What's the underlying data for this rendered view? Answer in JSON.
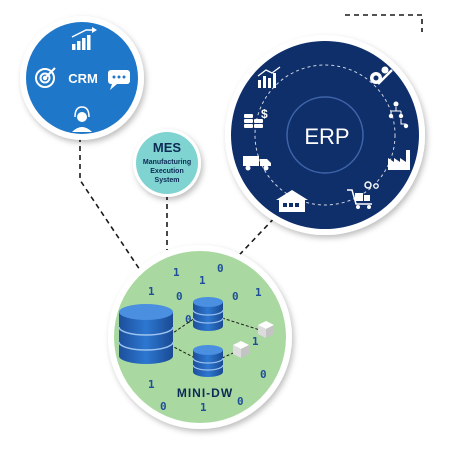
{
  "crm": {
    "label": "CRM",
    "color": "#1f77c9"
  },
  "mes": {
    "title": "MES",
    "line1": "Manufacturing",
    "line2": "Execution",
    "line3": "System",
    "color": "#7fd3d0"
  },
  "erp": {
    "label": "ERP",
    "color": "#0f2f6b"
  },
  "mini_dw": {
    "label": "MINI-DW",
    "color": "#a9d9a0",
    "bits": [
      "1",
      "0",
      "1",
      "0",
      "1",
      "0",
      "1",
      "1",
      "0",
      "0",
      "1",
      "0",
      "0",
      "1",
      "1"
    ]
  },
  "icons": {
    "crm": [
      "chart-bars-icon",
      "target-icon",
      "chat-icon",
      "support-agent-icon"
    ],
    "erp": [
      "chart-icon",
      "settings-icon",
      "org-chart-icon",
      "factory-icon",
      "cart-icon",
      "warehouse-icon",
      "truck-icon",
      "money-icon"
    ],
    "dw": [
      "database-large-icon",
      "database-small-icon",
      "database-small-icon",
      "cube-icon",
      "cube-icon"
    ]
  }
}
